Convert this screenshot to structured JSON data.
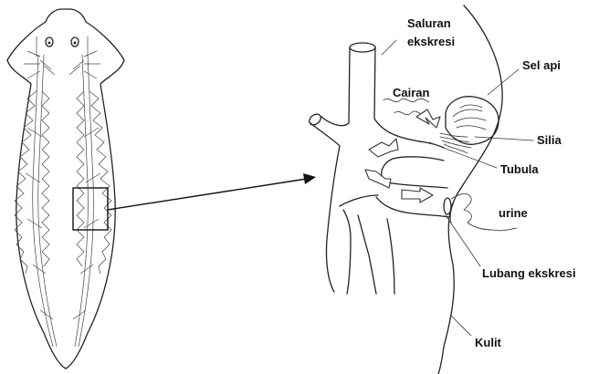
{
  "labels": {
    "saluran_ekskresi_1": "Saluran",
    "saluran_ekskresi_2": "ekskresi",
    "sel_api": "Sel api",
    "cairan": "Cairan",
    "silia": "Silia",
    "tubula": "Tubula",
    "urine": "urine",
    "lubang_ekskresi": "Lubang ekskresi",
    "kulit": "Kulit"
  },
  "colors": {
    "ink": "#222222",
    "background": "#ffffff"
  }
}
